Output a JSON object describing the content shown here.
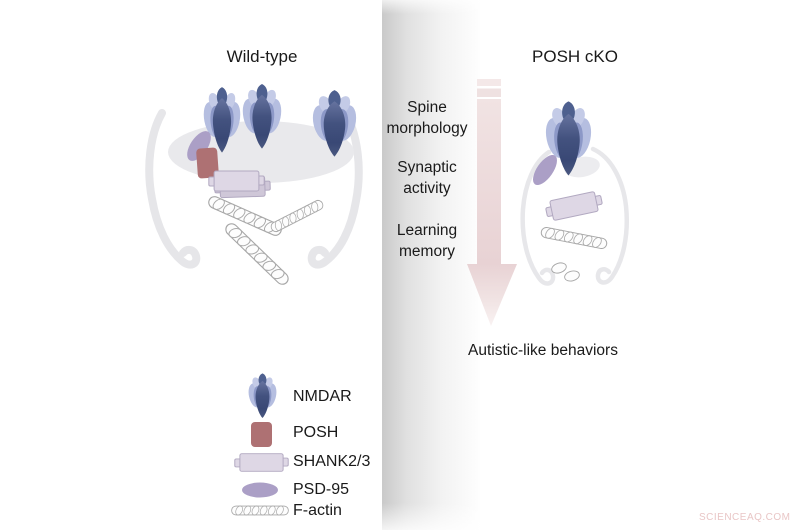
{
  "figure": {
    "wild_type_title": "Wild-type",
    "posh_cko_title": "POSH cKO",
    "pathway": {
      "steps": [
        {
          "line1": "Spine",
          "line2": "morphology"
        },
        {
          "line1": "Synaptic",
          "line2": "activity"
        },
        {
          "line1": "Learning",
          "line2": "memory"
        }
      ],
      "outcome": "Autistic-like behaviors"
    },
    "legend": {
      "items": [
        {
          "icon": "nmdar-icon",
          "label": "NMDAR"
        },
        {
          "icon": "posh-icon",
          "label": "POSH"
        },
        {
          "icon": "shank23-icon",
          "label": "SHANK2/3"
        },
        {
          "icon": "psd95-icon",
          "label": "PSD-95"
        },
        {
          "icon": "f-actin-icon",
          "label": "F-actin"
        }
      ]
    },
    "watermark": "SCIENCEAQ.COM"
  },
  "colors": {
    "nmdar_light": "#b5bee0",
    "nmdar_mid": "#8c98c7",
    "nmdar_dark": "#3e4d7c",
    "posh": "#ae7173",
    "shank": "#ded7e5",
    "shank_shadow": "#cfc7d8",
    "psd95": "#ab9fc6",
    "factin_stroke": "#a6a6a6",
    "spine_outline": "#e6e6e9",
    "cleft_ellipse": "#e9e9ec",
    "band_dark": "#c9c9c9",
    "arrow_pink": "#e8d2d4",
    "text": "#1a1a1a",
    "watermark_pink": "#e9c6c6"
  }
}
